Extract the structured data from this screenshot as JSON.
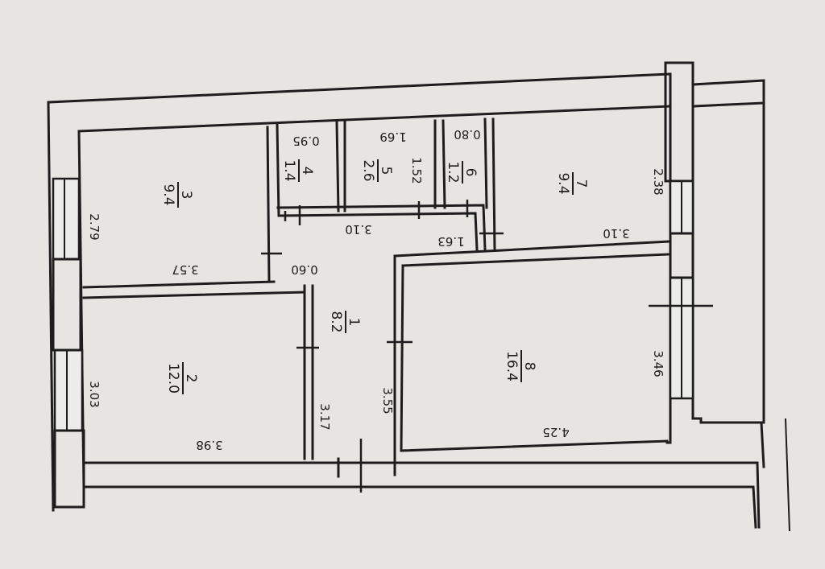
{
  "rooms": [
    {
      "id": "1",
      "area": "8.2"
    },
    {
      "id": "2",
      "area": "12.0"
    },
    {
      "id": "3",
      "area": "9.4"
    },
    {
      "id": "4",
      "area": "1.4"
    },
    {
      "id": "5",
      "area": "2.6"
    },
    {
      "id": "6",
      "area": "1.2"
    },
    {
      "id": "7",
      "area": "9.4"
    },
    {
      "id": "8",
      "area": "16.4"
    }
  ],
  "dimensions": {
    "room3_top": "3.57",
    "room3_left": "2.79",
    "room2_left": "3.03",
    "room2_bottom": "3.98",
    "room2_right": "3.17",
    "corridor_top": "0.60",
    "corridor_mid": "3.10",
    "corridor_right": "1.63",
    "room4_width": "0.95",
    "room5_width": "1.69",
    "room5_depth": "1.52",
    "room6_width": "0.80",
    "room7_bottom": "3.10",
    "room7_right": "2.38",
    "room8_left": "3.55",
    "room8_bottom": "4.25",
    "room8_right": "3.46"
  }
}
